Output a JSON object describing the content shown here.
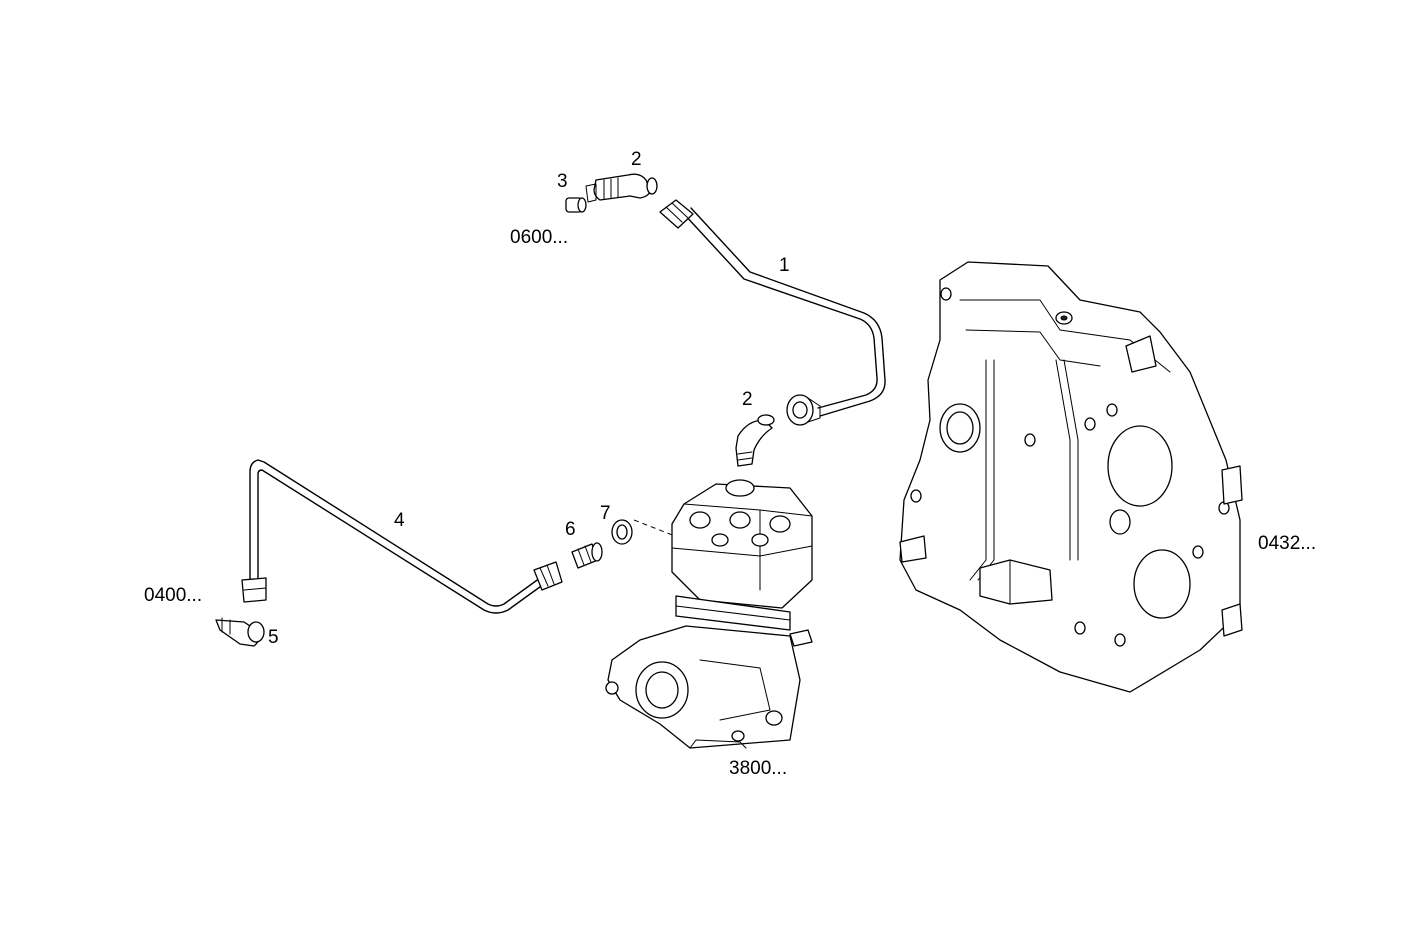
{
  "labels": {
    "part_1": "1",
    "part_2_upper": "2",
    "part_2_lower": "2",
    "part_3": "3",
    "part_4": "4",
    "part_5": "5",
    "part_6": "6",
    "part_7": "7",
    "ref_0600": "0600...",
    "ref_0400": "0400...",
    "ref_3800": "3800...",
    "ref_0432": "0432..."
  }
}
